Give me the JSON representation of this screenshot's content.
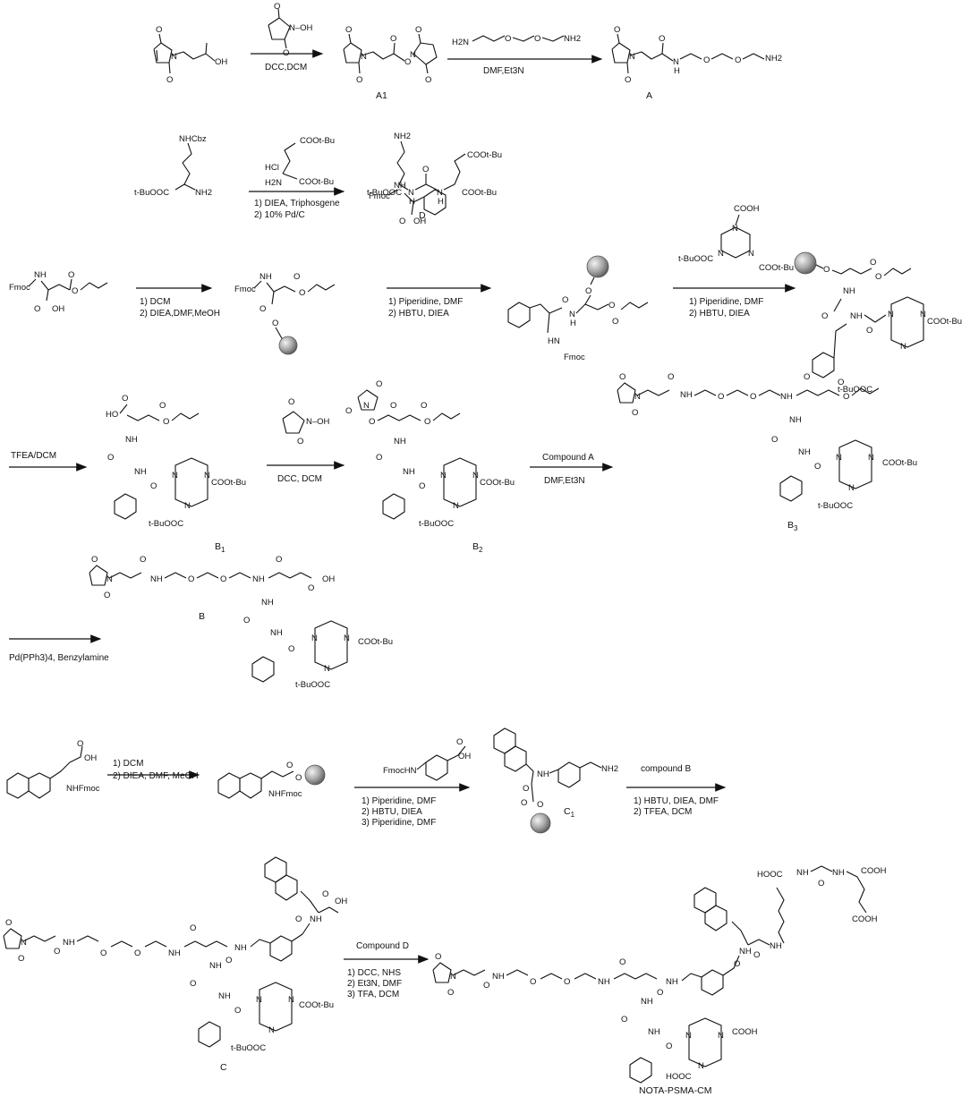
{
  "compounds": {
    "A1": "A1",
    "A": "A",
    "D": "D",
    "B1": "B",
    "B1_sub": "1",
    "B2": "B",
    "B2_sub": "2",
    "B3": "B",
    "B3_sub": "3",
    "B": "B",
    "C1": "C",
    "C1_sub": "1",
    "C": "C",
    "final": "NOTA-PSMA-CM"
  },
  "reagents": {
    "r1_below": "DCC,DCM",
    "r2_below": "DMF,Et3N",
    "r3_above": "HCl",
    "r3_step1": "1) DIEA, Triphosgene",
    "r3_step2": "2) 10% Pd/C",
    "r4_step1": "1) DCM",
    "r4_step2": "2) DIEA,DMF,MeOH",
    "r5_step1": "1) Piperidine, DMF",
    "r5_step2": "2) HBTU, DIEA",
    "r6_step1": "1) Piperidine, DMF",
    "r6_step2": "2) HBTU, DIEA",
    "r7_above": "TFEA/DCM",
    "r8_below": "DCC, DCM",
    "r9_above": "Compound A",
    "r9_below": "DMF,Et3N",
    "r10_below": "Pd(PPh3)4, Benzylamine",
    "r11_step1": "1) DCM",
    "r11_step2": "2) DIEA, DMF, MeOH",
    "r12_step1": "1) Piperidine, DMF",
    "r12_step2": "2) HBTU, DIEA",
    "r12_step3": "3) Piperidine, DMF",
    "r13_above": "compound B",
    "r13_step1": "1) HBTU, DIEA, DMF",
    "r13_step2": "2) TFEA, DCM",
    "r14_above": "Compound D",
    "r14_step1": "1) DCC, NHS",
    "r14_step2": "2) Et3N, DMF",
    "r14_step3": "3) TFA, DCM"
  },
  "atoms": {
    "O": "O",
    "N": "N",
    "H": "H",
    "OH": "OH",
    "NH": "NH",
    "HN": "HN",
    "NH2": "NH2",
    "H2N": "H2N",
    "N_OH": "N–OH",
    "NHCbz": "NHCbz",
    "COOtBu": "COOt-Bu",
    "tBuOOC": "t-BuOOC",
    "Fmoc": "Fmoc",
    "NHFmoc": "NHFmoc",
    "FmocHN": "FmocHN",
    "COOH": "COOH",
    "HOOC": "HOOC",
    "HO": "HO"
  }
}
